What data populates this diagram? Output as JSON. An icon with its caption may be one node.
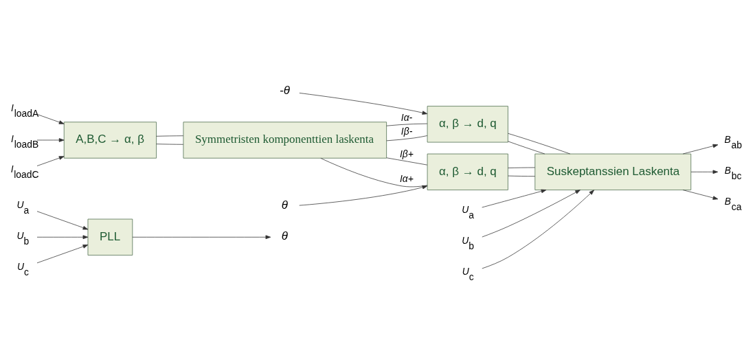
{
  "diagram": {
    "nodes": [
      {
        "text": [
          "*U*$_{a}$"
        ]
      },
      {
        "text": [
          "*U*$_{b}$"
        ]
      },
      {
        "text": [
          "*U*$_{c}$"
        ]
      },
      {
        "text": [
          "PLL"
        ]
      },
      {
        "text": [
          "θ"
        ]
      },
      {
        "text": [
          "*I*$_{loadA}$"
        ]
      },
      {
        "text": [
          "*I*$_{loadB}$"
        ]
      },
      {
        "text": [
          "*I*$_{loadC}$"
        ]
      },
      {
        "text": [
          "A,B,C → α, β"
        ]
      },
      {
        "text": [
          "Symmetristen komponenttien laskenta"
        ]
      },
      {
        "text": [
          "θ"
        ]
      },
      {
        "text": [
          "α, β → d, q"
        ]
      },
      {
        "text": [
          "α, β → d, q"
        ]
      },
      {
        "text": [
          "-θ"
        ]
      },
      {
        "text": [
          "Suskeptanssien Laskenta"
        ]
      },
      {
        "text": [
          "*B*$_{ab}$"
        ]
      },
      {
        "text": [
          "*B*$_{bc}$"
        ]
      },
      {
        "text": [
          "*B*$_{ca}$"
        ]
      },
      {
        "text": [
          "*U*$_{a}$"
        ]
      },
      {
        "text": [
          "*U*$_{b}$"
        ]
      },
      {
        "text": [
          "*U*$_{c}$"
        ]
      }
    ],
    "edges": [
      {
        "from": 0,
        "to": 3,
        "arrow": "to"
      },
      {
        "from": 1,
        "to": 3,
        "arrow": "to"
      },
      {
        "from": 2,
        "to": 3,
        "arrow": "to"
      },
      {
        "from": 3,
        "to": 4,
        "arrow": "to"
      },
      {
        "from": 5,
        "to": 8,
        "arrow": "to"
      },
      {
        "from": 6,
        "to": 8,
        "arrow": "to"
      },
      {
        "from": 7,
        "to": 8,
        "arrow": "to"
      },
      {
        "from": 8,
        "to": 9,
        "arrow": "none"
      },
      {
        "from": 8,
        "to": 9,
        "arrow": "none"
      },
      {
        "from": 9,
        "to": 11,
        "arrow": "none",
        "label": "Iα+"
      },
      {
        "from": 9,
        "to": 11,
        "arrow": "none",
        "label": "Iβ+"
      },
      {
        "from": 9,
        "to": 12,
        "arrow": "none",
        "label": "Iα-"
      },
      {
        "from": 9,
        "to": 12,
        "arrow": "none",
        "label": "Iβ-"
      },
      {
        "from": 10,
        "to": 11,
        "arrow": "to"
      },
      {
        "from": 13,
        "to": 12,
        "arrow": "to"
      },
      {
        "from": 11,
        "to": 14,
        "arrow": "none"
      },
      {
        "from": 11,
        "to": 14,
        "arrow": "none"
      },
      {
        "from": 12,
        "to": 14,
        "arrow": "none"
      },
      {
        "from": 12,
        "to": 14,
        "arrow": "none"
      },
      {
        "from": 18,
        "to": 14,
        "arrow": "to"
      },
      {
        "from": 19,
        "to": 14,
        "arrow": "to"
      },
      {
        "from": 20,
        "to": 14,
        "arrow": "to"
      },
      {
        "from": 14,
        "to": 15,
        "arrow": "to"
      },
      {
        "from": 14,
        "to": 16,
        "arrow": "to"
      },
      {
        "from": 14,
        "to": 17,
        "arrow": "to"
      }
    ]
  }
}
